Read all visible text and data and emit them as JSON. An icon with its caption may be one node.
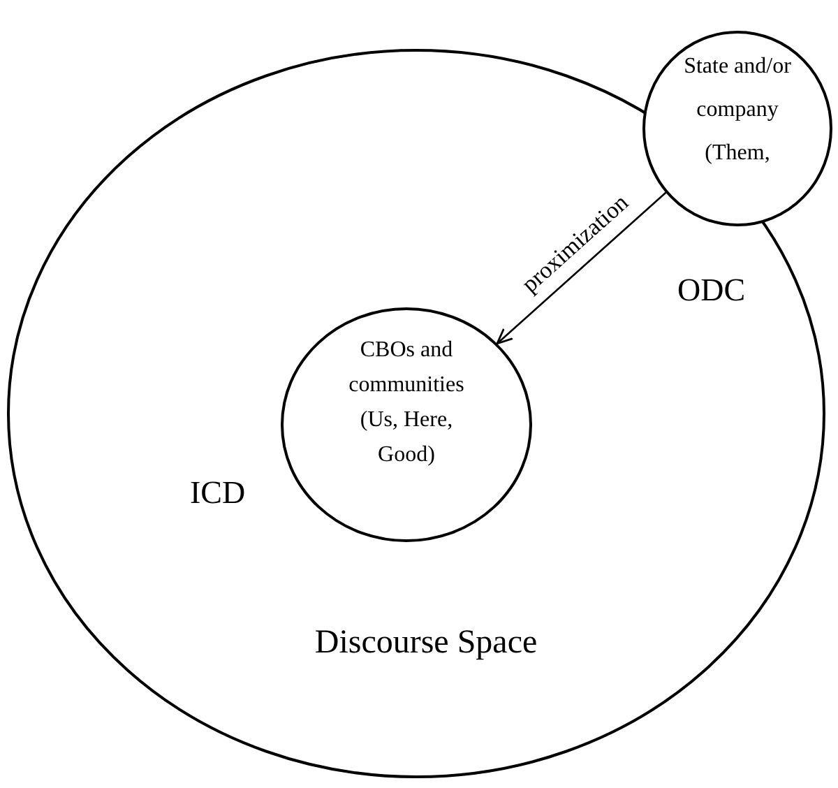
{
  "diagram": {
    "nodes": [
      {
        "text": [
          "Discourse Space"
        ]
      },
      {
        "text": [
          "CBOs and communities (Us, Here, Good)"
        ],
        "in": 0
      },
      {
        "text": [
          "State and/or company (Them,"
        ]
      }
    ],
    "edges": [
      {
        "from": 2,
        "to": 1,
        "arrow": "to",
        "label": "proximization"
      }
    ],
    "labels": [
      "ODC",
      "ICD"
    ]
  }
}
